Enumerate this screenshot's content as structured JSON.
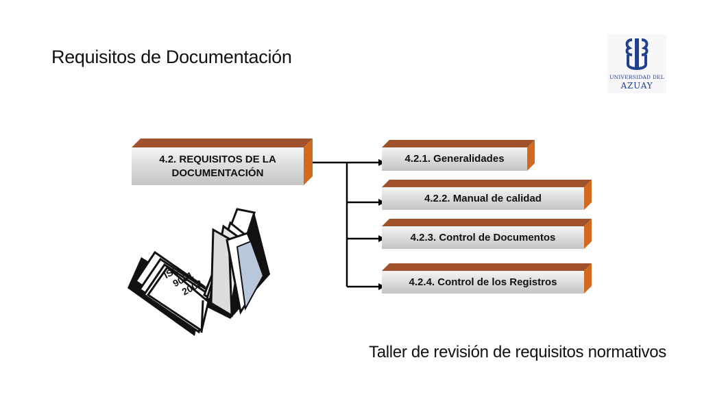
{
  "slide": {
    "title": "Requisitos de Documentación",
    "footer": "Taller de revisión de requisitos normativos"
  },
  "logo": {
    "line1": "UNIVERSIDAD DEL",
    "line2": "AZUAY"
  },
  "diagram": {
    "root": {
      "line1": "4.2. REQUISITOS DE LA",
      "line2": "DOCUMENTACIÓN"
    },
    "children": [
      {
        "label": "4.2.1. Generalidades"
      },
      {
        "label": "4.2.2. Manual de calidad"
      },
      {
        "label": "4.2.3. Control de Documentos"
      },
      {
        "label": "4.2.4. Control de los Registros"
      }
    ]
  },
  "book": {
    "line1": "ISO",
    "line2": "9001",
    "line3": "2008"
  },
  "colors": {
    "box_top": "#a0522d",
    "box_side": "#d2691e",
    "box_face_top": "#f2f2f2",
    "box_face_bottom": "#c8c8c8",
    "logo_blue": "#1f3f8f"
  }
}
